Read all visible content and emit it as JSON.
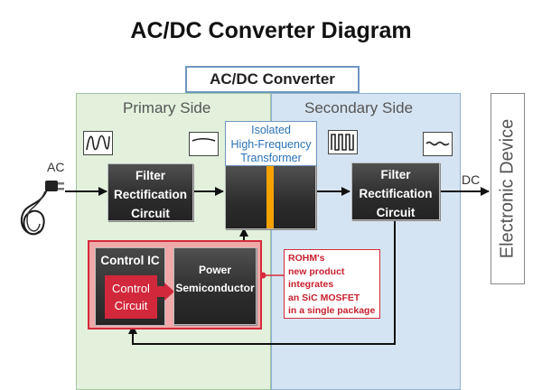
{
  "title": "AC/DC Converter Diagram",
  "converter_label": "AC/DC Converter",
  "primary_label": "Primary Side",
  "secondary_label": "Secondary Side",
  "transformer_label_lines": [
    "Isolated",
    "High-Frequency",
    "Transformer"
  ],
  "input_label": "AC",
  "output_label": "DC",
  "filter_primary_lines": [
    "Filter",
    "Rectification",
    "Circuit"
  ],
  "filter_secondary_lines": [
    "Filter",
    "Rectification",
    "Circuit"
  ],
  "control_ic_label": "Control IC",
  "control_circuit_lines": [
    "Control",
    "Circuit"
  ],
  "power_semi_lines": [
    "Power",
    "Semiconductor"
  ],
  "callout_lines": [
    "ROHM's",
    "new product",
    "integrates",
    "an SiC MOSFET",
    "in a single package"
  ],
  "device_label": "Electronic Device",
  "icons": [
    "ac-plug-icon",
    "sine-wave-icon",
    "flat-wave-icon",
    "pulse-wave-icon",
    "ripple-wave-icon"
  ],
  "colors": {
    "primary_bg": "#e3f1dc",
    "secondary_bg": "#d5e4f2",
    "accent_red": "#d52b3d",
    "transformer_core": "#f5a200",
    "transformer_text": "#2a72b8"
  }
}
